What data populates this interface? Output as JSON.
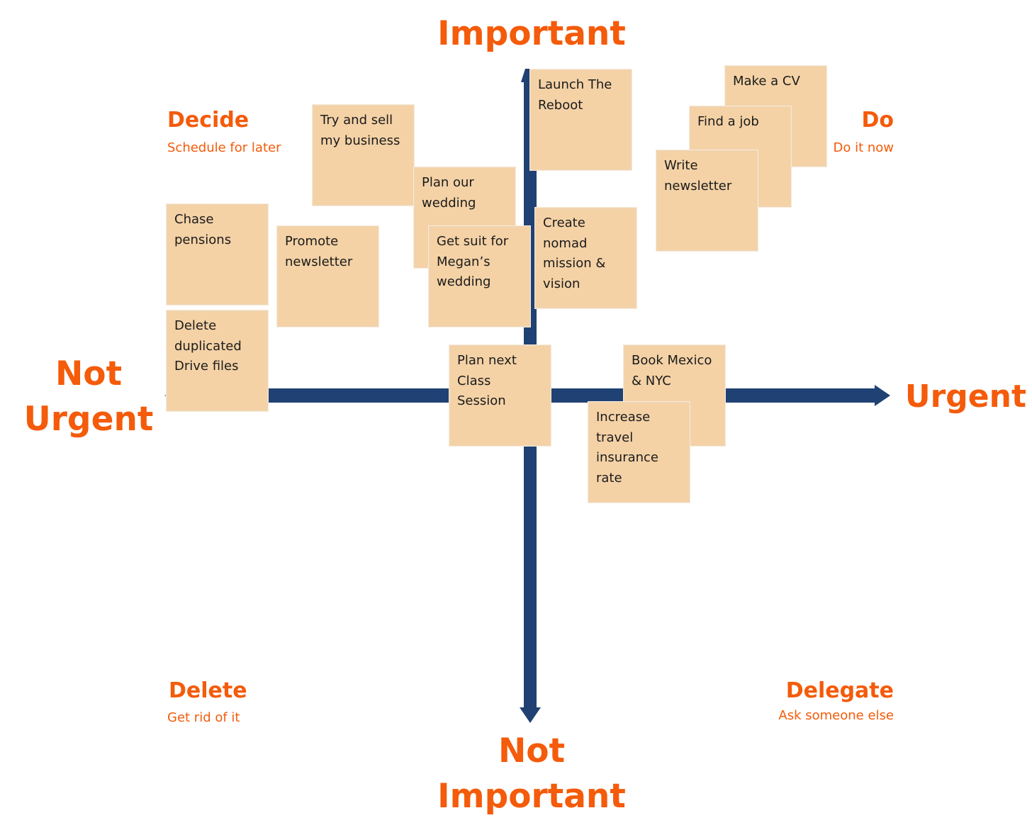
{
  "axes": {
    "top_label": "Important",
    "bottom_label": [
      "Not",
      "Important"
    ],
    "left_label": [
      "Not",
      "Urgent"
    ],
    "right_label": "Urgent"
  },
  "quadrants": {
    "decide": {
      "title": "Decide",
      "subtitle": "Schedule for later"
    },
    "do": {
      "title": "Do",
      "subtitle": "Do it now"
    },
    "delete": {
      "title": "Delete",
      "subtitle": "Get rid of it"
    },
    "delegate": {
      "title": "Delegate",
      "subtitle": "Ask someone else"
    }
  },
  "notes": {
    "launch_the_reboot": [
      "Launch The",
      "Reboot"
    ],
    "make_a_cv": [
      "Make a CV"
    ],
    "find_a_job": [
      "Find a job"
    ],
    "write_newsletter": [
      "Write",
      "newsletter"
    ],
    "try_and_sell": [
      "Try and sell",
      "my business"
    ],
    "plan_our_wedding": [
      "Plan our",
      "wedding"
    ],
    "get_suit": [
      "Get suit for",
      "Megan’s",
      "wedding"
    ],
    "chase_pensions": [
      "Chase",
      "pensions"
    ],
    "promote_newsletter": [
      "Promote",
      "newsletter"
    ],
    "delete_duplicated": [
      "Delete",
      "duplicated",
      "Drive files"
    ],
    "create_nomad": [
      "Create",
      "nomad",
      "mission &",
      "vision"
    ],
    "plan_next_class": [
      "Plan next",
      "Class",
      "Session"
    ],
    "book_mexico": [
      "Book Mexico",
      "& NYC"
    ],
    "increase_travel": [
      "Increase",
      "travel",
      "insurance",
      "rate"
    ]
  },
  "colors": {
    "accent": "#f45b0a",
    "axis": "#1f4173",
    "note": "#f4d2a6"
  }
}
